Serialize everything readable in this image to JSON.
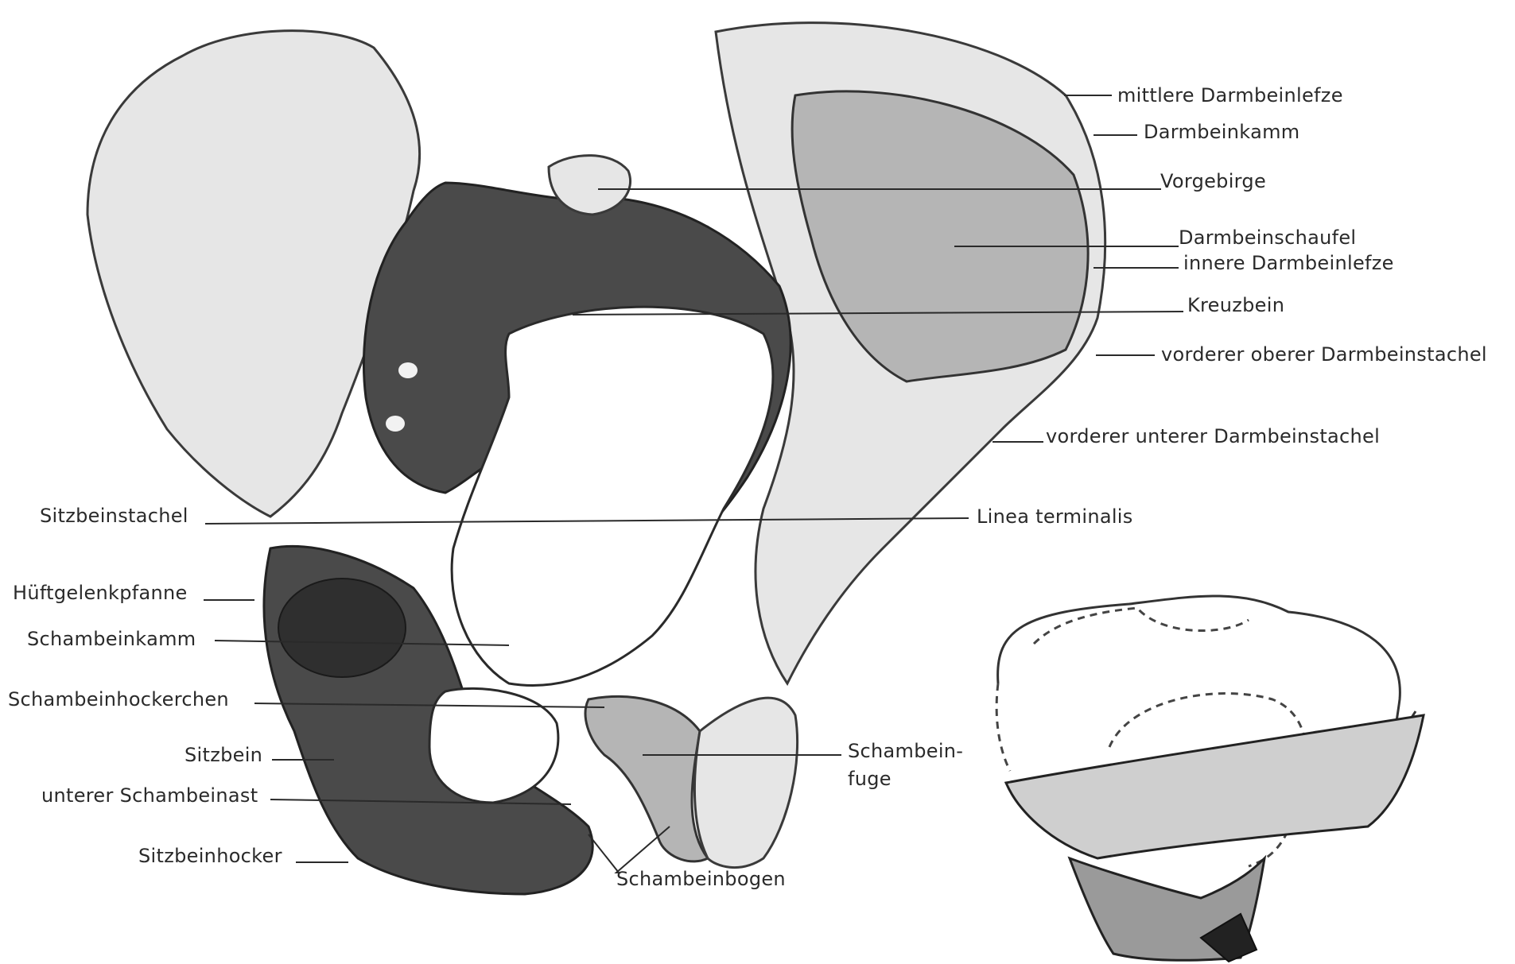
{
  "labels": {
    "mittlere_darmbeinlefze": "mittlere Darmbeinlefze",
    "darmbeinkamm": "Darmbeinkamm",
    "vorgebirge": "Vorgebirge",
    "darmbeinschaufel": "Darmbeinschaufel",
    "innere_darmbeinlefze": "innere Darmbeinlefze",
    "kreuzbein": "Kreuzbein",
    "vorderer_oberer_darmbeinstachel": "vorderer oberer Darmbeinstachel",
    "vorderer_unterer_darmbeinstachel": "vorderer unterer Darmbeinstachel",
    "linea_terminalis": "Linea terminalis",
    "sitzbeinstachel": "Sitzbeinstachel",
    "hueftgelenkpfanne": "Hüftgelenkpfanne",
    "schambeinkamm": "Schambeinkamm",
    "schambeinhoeckerchen": "Schambeinhockerchen",
    "sitzbein": "Sitzbein",
    "unterer_schambeinast": "unterer Schambeinast",
    "sitzbeinhoecker": "Sitzbeinhocker",
    "schambeinfuge_line1": "Schambein-",
    "schambeinfuge_line2": "fuge",
    "schambeinbogen": "Schambeinbogen"
  },
  "colors": {
    "ink": "#2a2a2a",
    "bone_light": "#e6e6e6",
    "bone_mid": "#b5b5b5",
    "bone_dark": "#4a4a4a",
    "background": "#ffffff"
  }
}
